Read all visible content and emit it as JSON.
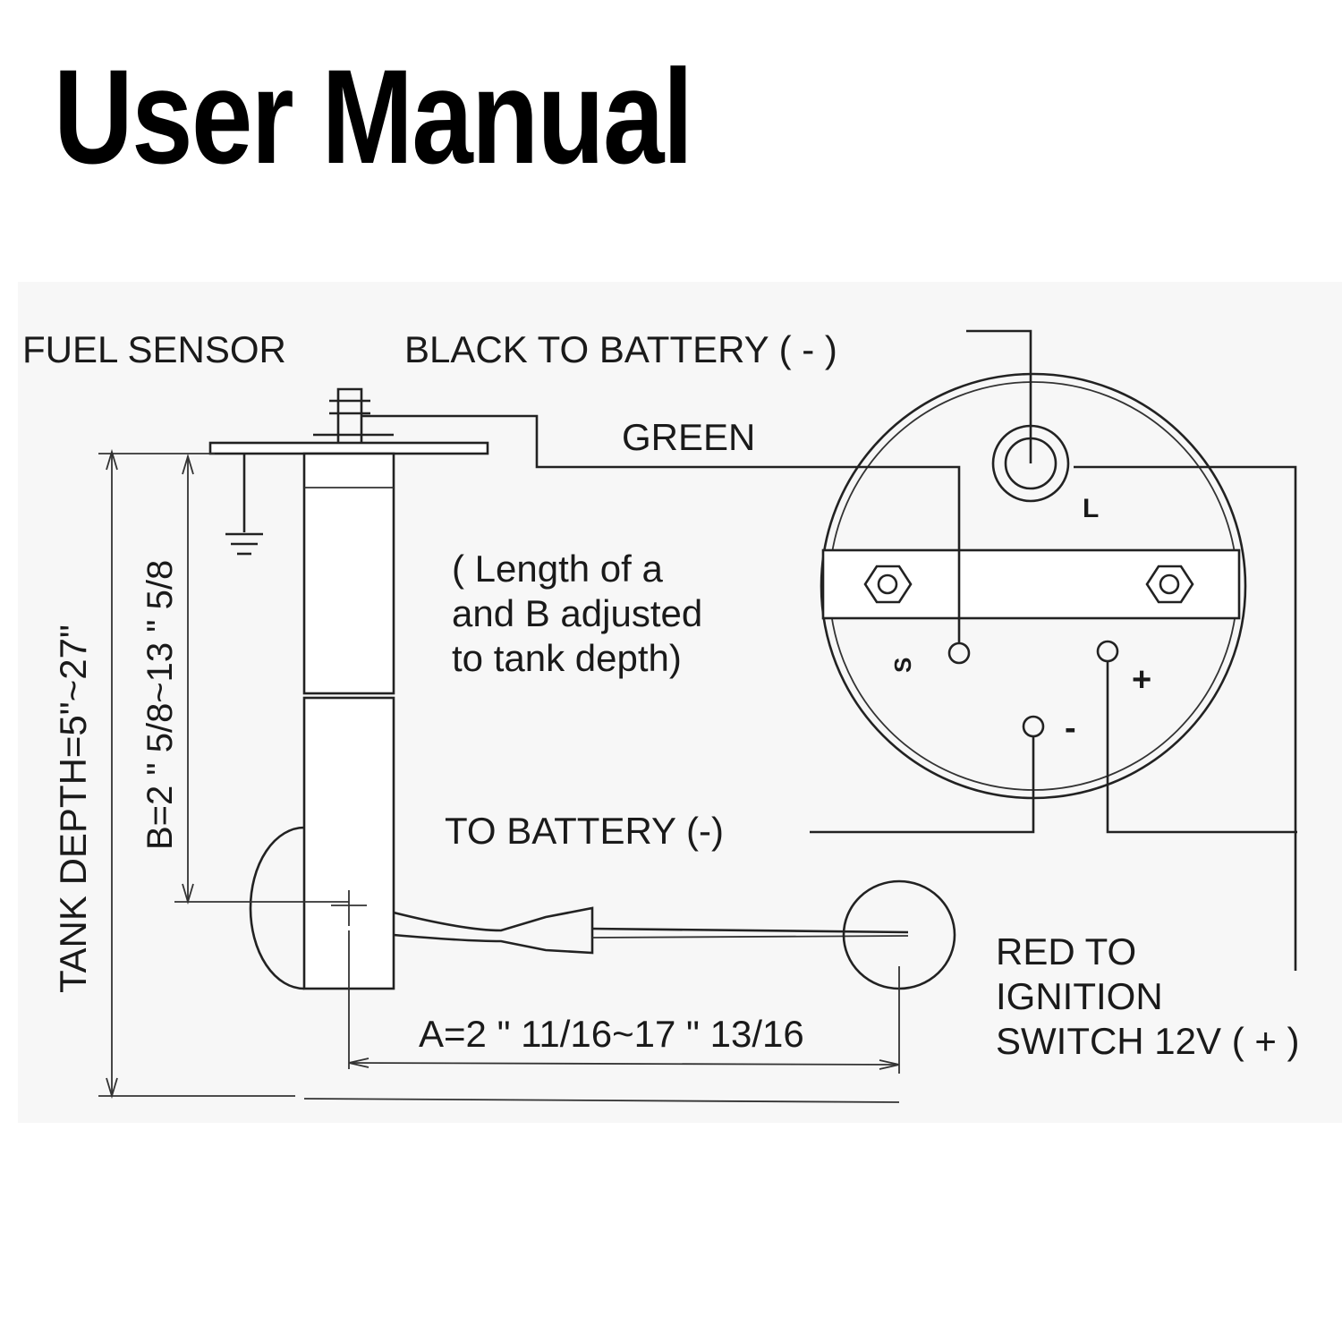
{
  "title": "User Manual",
  "diagram": {
    "fuel_sensor_label": "FUEL SENSOR",
    "black_wire_label": "BLACK TO BATTERY ( - )",
    "green_wire_label": "GREEN",
    "note_lines": [
      "( Length of a",
      "and B adjusted",
      "to tank depth)"
    ],
    "to_battery_label": "TO BATTERY  (-)",
    "red_wire_lines": [
      "RED TO",
      "IGNITION",
      "SWITCH 12V ( + )"
    ],
    "dim_a_label": "A=2 \" 11/16~17 \" 13/16",
    "dim_b_label": "B=2 \" 5/8~13 \" 5/8",
    "tank_depth_label": "TANK DEPTH=5\"~27\"",
    "gauge_terminals": {
      "light": "L",
      "sender": "S",
      "negative": "-",
      "positive": "+"
    }
  }
}
